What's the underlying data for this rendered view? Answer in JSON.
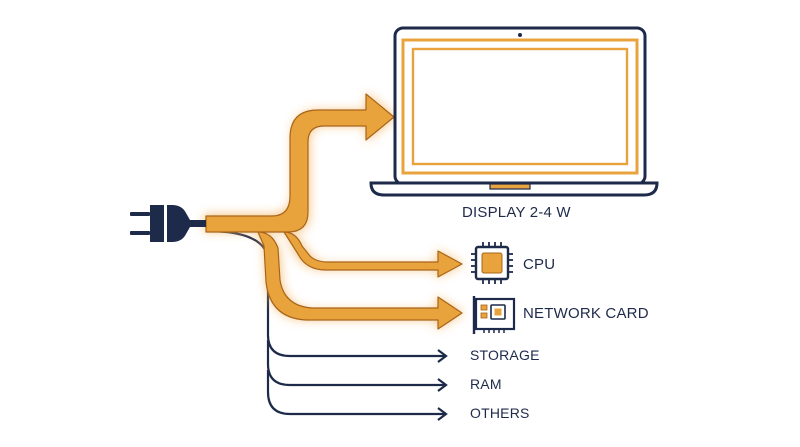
{
  "colors": {
    "navy": "#1e2a4a",
    "orange": "#e8a33c",
    "orange_outline": "#a8641a",
    "glow": "#f5b766"
  },
  "icons": [
    "power-plug-icon",
    "laptop-icon",
    "cpu-chip-icon",
    "network-card-icon"
  ],
  "labels": {
    "display": "DISPLAY 2-4 W",
    "cpu": "CPU",
    "network_card": "NETWORK CARD",
    "storage": "STORAGE",
    "ram": "RAM",
    "others": "OTHERS"
  }
}
